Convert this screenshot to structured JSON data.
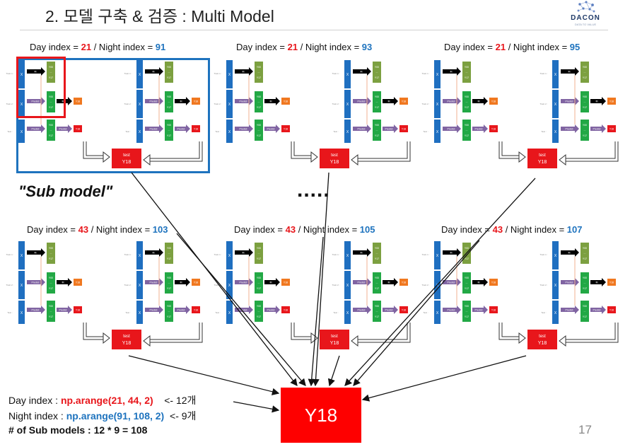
{
  "title": "2. 모델 구축 & 검증 : Multi Model",
  "logo": {
    "name": "DACON",
    "tagline": "DATA TO VALUE"
  },
  "index_prefix": {
    "day": "Day index = ",
    "sep": " / Night index = "
  },
  "panels": [
    {
      "day": "21",
      "night": "91"
    },
    {
      "day": "21",
      "night": "93"
    },
    {
      "day": "21",
      "night": "95"
    },
    {
      "day": "43",
      "night": "103"
    },
    {
      "day": "43",
      "night": "105"
    },
    {
      "day": "43",
      "night": "107"
    }
  ],
  "diagram": {
    "x": "X",
    "fit": "fit",
    "predict": "Predict",
    "y00": "Y00",
    "y17": "Y17",
    "y18": "Y18",
    "dots": "...",
    "test": "test",
    "test_y18": "Y18",
    "rows": [
      "Train 1 :",
      "Train 2 :",
      "Test :"
    ]
  },
  "sub_model_label": "\"Sub model\"",
  "ellipsis": ".....",
  "bottom": {
    "day_label": "Day index : ",
    "day_code": "np.arange(21, 44, 2)",
    "day_note": "<- 12개",
    "night_label": "Night index : ",
    "night_code": "np.arange(91, 108, 2)",
    "night_note": "<- 9개",
    "count": "# of Sub models :  12 * 9 = 108"
  },
  "final_output": "Y18",
  "page_number": "17",
  "colors": {
    "red": "#e8161b",
    "blue": "#1e73be",
    "green": "#22a845",
    "olive": "#7ca040",
    "dark_blue": "#1f6fc0",
    "purple": "#8064a2",
    "orange": "#f07820"
  }
}
